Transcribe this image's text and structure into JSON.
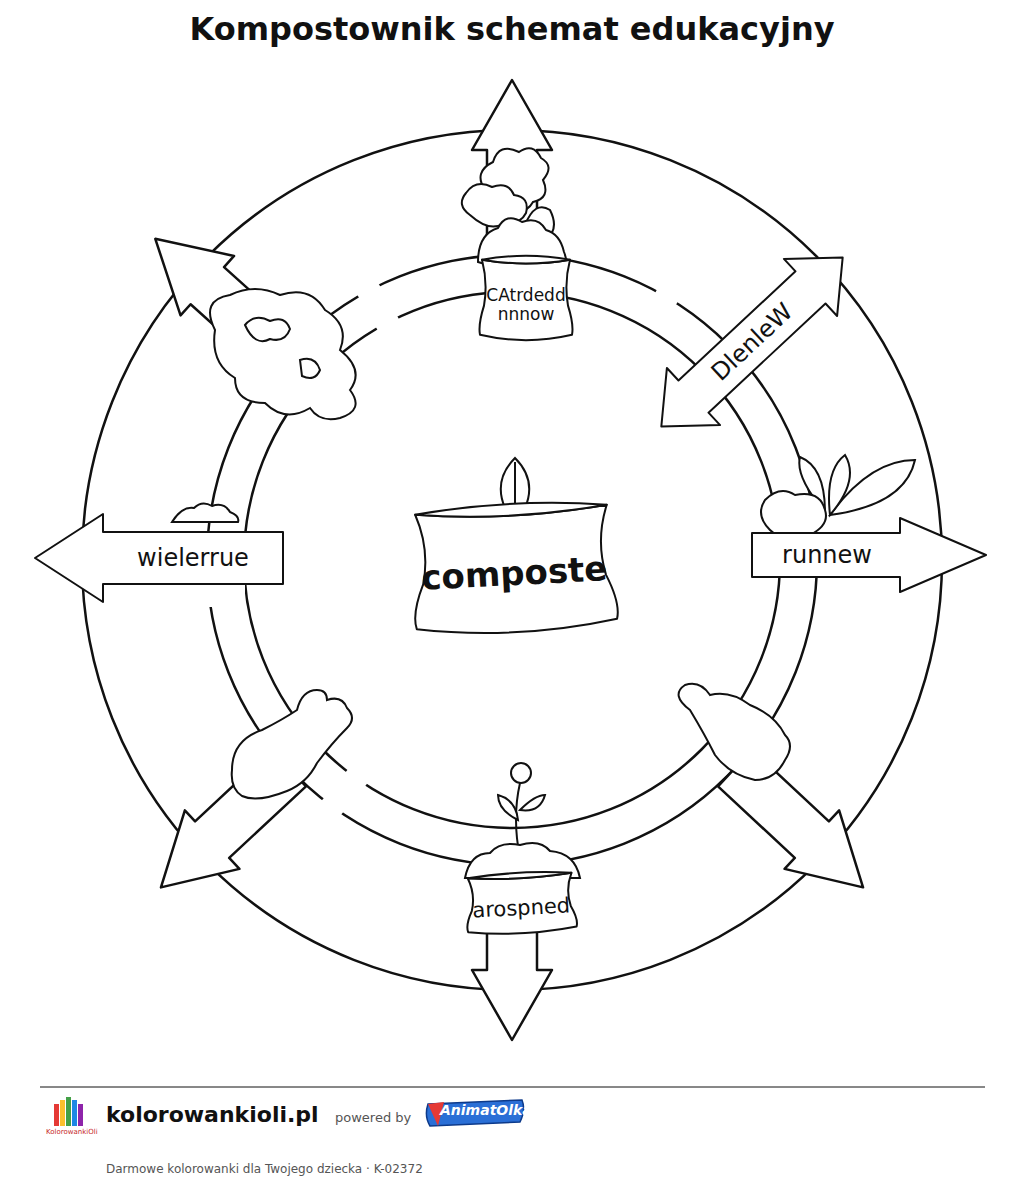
{
  "diagram": {
    "title": "Kompostownik schemat edukacyjny",
    "nodes": [
      {
        "text": [
          "CAtrdedd nnnow"
        ]
      },
      {
        "text": [
          "DlenleW"
        ]
      },
      {
        "text": [
          "runnew"
        ]
      },
      {
        "text": [
          "arospned"
        ]
      },
      {
        "text": [
          "wielerrue"
        ]
      },
      {
        "text": [
          "composte"
        ]
      }
    ],
    "labels": [
      "kolorowankioli.pl",
      "powered by",
      "AnimatOlka",
      "KolorowankiOli",
      "Darmowe kolorowanki dla Twojego dziecka · K-02372"
    ]
  }
}
